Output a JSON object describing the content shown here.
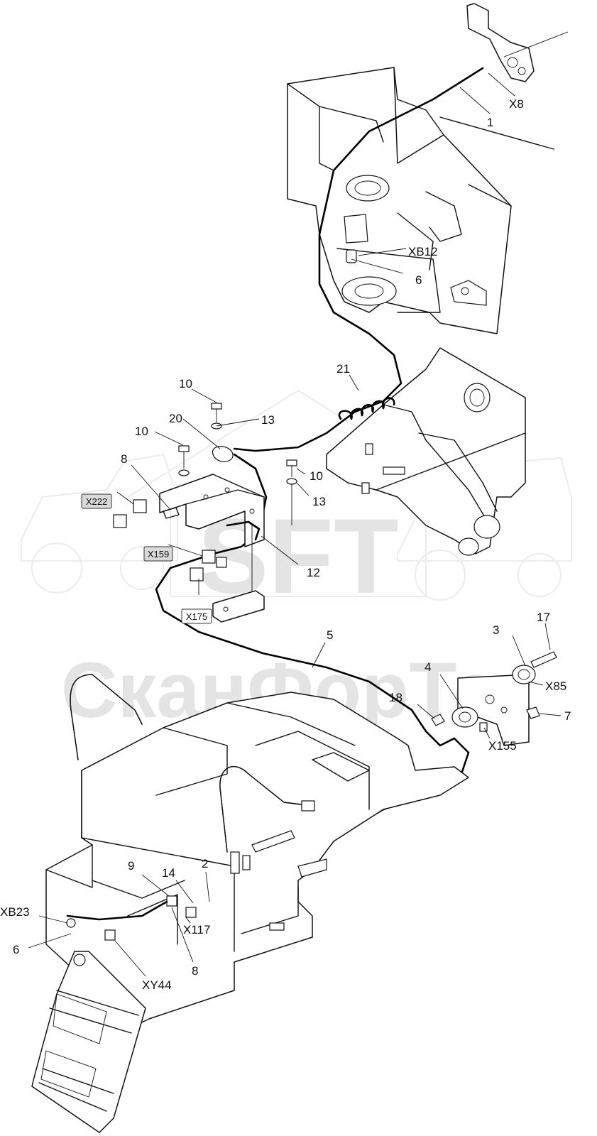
{
  "watermark": {
    "logo_text": "SFT",
    "text": "СканФорТек"
  },
  "colors": {
    "line": "#111111",
    "label_box": "#d9d9d9",
    "watermark": "#e4e4e4"
  },
  "callouts": {
    "c1": "1",
    "c2": "2",
    "c3": "3",
    "c4": "4",
    "c5": "5",
    "c6a": "6",
    "c6b": "6",
    "c7": "7",
    "c8a": "8",
    "c8b": "8",
    "c9": "9",
    "c10a": "10",
    "c10b": "10",
    "c10c": "10",
    "c12": "12",
    "c13a": "13",
    "c13b": "13",
    "c14": "14",
    "c17": "17",
    "c18": "18",
    "c20": "20",
    "c21": "21",
    "x8": "X8",
    "xb12": "XB12",
    "x85": "X85",
    "x155": "X155",
    "x117": "X117",
    "xb23": "XB23",
    "xy44": "XY44"
  },
  "boxed_labels": {
    "x222": "X222",
    "x159": "X159",
    "x175": "X175"
  }
}
